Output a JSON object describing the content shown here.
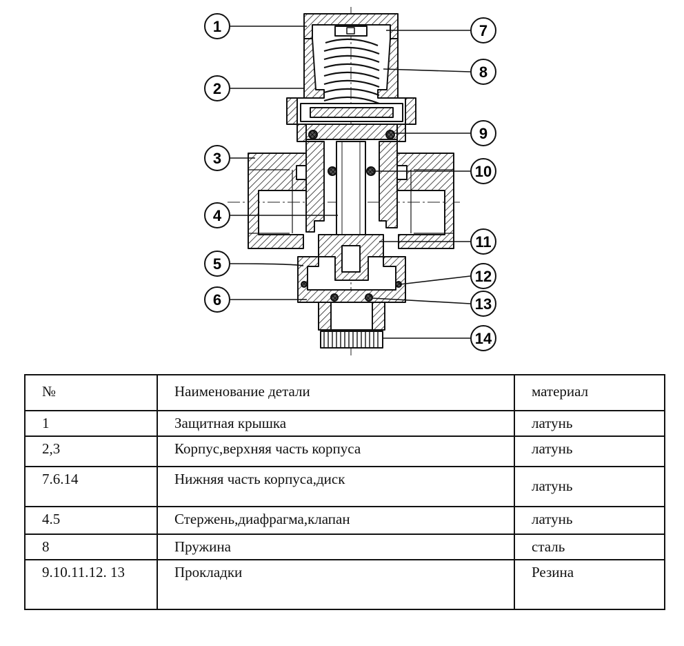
{
  "callouts": [
    {
      "num": "1"
    },
    {
      "num": "2"
    },
    {
      "num": "3"
    },
    {
      "num": "4"
    },
    {
      "num": "5"
    },
    {
      "num": "6"
    },
    {
      "num": "7"
    },
    {
      "num": "8"
    },
    {
      "num": "9"
    },
    {
      "num": "10"
    },
    {
      "num": "11"
    },
    {
      "num": "12"
    },
    {
      "num": "13"
    },
    {
      "num": "14"
    }
  ],
  "table": {
    "headers": [
      "№",
      "Наименование детали",
      "материал"
    ],
    "rows": [
      [
        "1",
        "Защитная крышка",
        "латунь"
      ],
      [
        "2,3",
        "Корпус,верхняя часть корпуса",
        "латунь"
      ],
      [
        "7.6.14",
        "Нижняя часть корпуса,диск",
        "латунь"
      ],
      [
        "4.5",
        "Стержень,диафрагма,клапан",
        "латунь"
      ],
      [
        "8",
        "Пружина",
        "сталь"
      ],
      [
        "9.10.11.12. 13",
        "Прокладки",
        "Резина"
      ]
    ]
  }
}
